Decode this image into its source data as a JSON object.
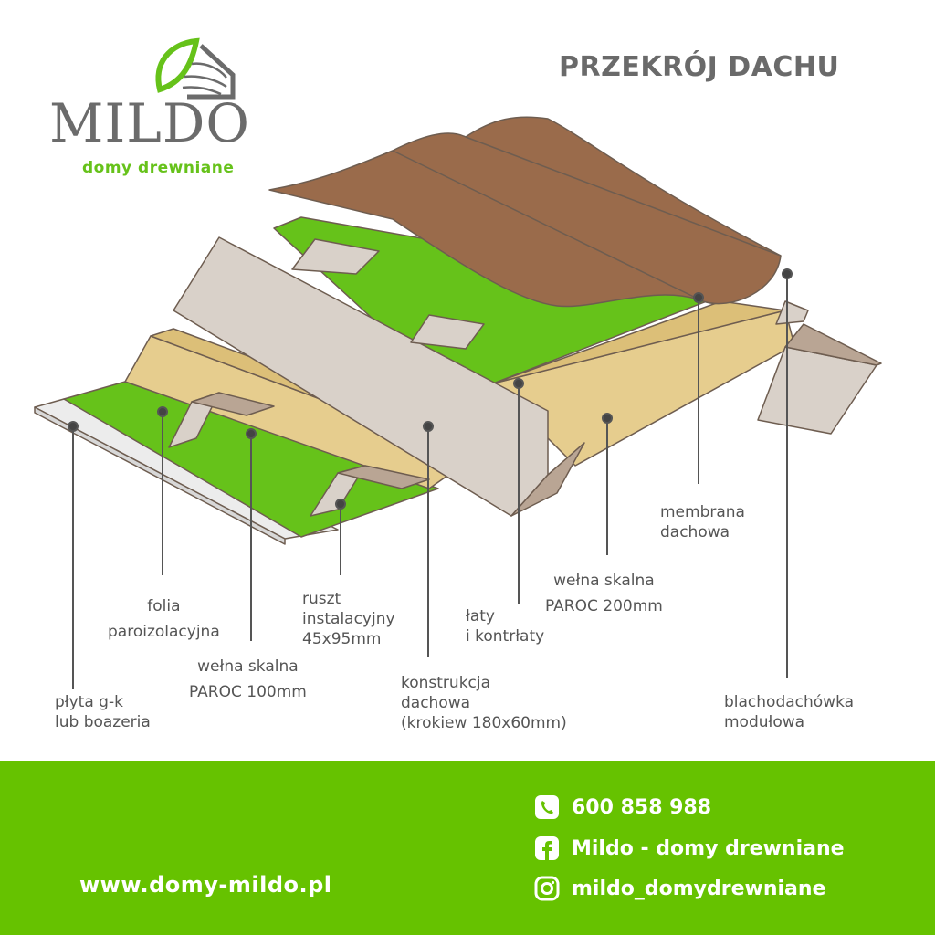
{
  "brand": {
    "name": "MILDO",
    "tagline": "domy drewniane"
  },
  "title": "PRZEKRÓJ DACHU",
  "colors": {
    "brand_green": "#66c200",
    "roof_brown": "#9a6b4b",
    "wood_light": "#d9d1c9",
    "wood_dark": "#b9a594",
    "insulation": "#e6cd8e",
    "membrane": "#66c21a",
    "text_gray": "#555555"
  },
  "layers": [
    {
      "id": "plyta",
      "label": "płyta g-k\nlub boazeria"
    },
    {
      "id": "folia",
      "label": "folia\nparoizolacyjna"
    },
    {
      "id": "welna100",
      "label": "wełna skalna\nPAROC 100mm"
    },
    {
      "id": "ruszt",
      "label": "ruszt\ninstalacyjny\n45x95mm"
    },
    {
      "id": "konstrukcja",
      "label": "konstrukcja\ndachowa\n(krokiew 180x60mm)"
    },
    {
      "id": "laty",
      "label": "łaty\ni kontrłaty"
    },
    {
      "id": "welna200",
      "label": "wełna skalna\nPAROC 200mm"
    },
    {
      "id": "membrana",
      "label": "membrana\ndachowa"
    },
    {
      "id": "blacha",
      "label": "blachodachówka\nmodułowa"
    }
  ],
  "footer": {
    "website": "www.domy-mildo.pl",
    "phone": "600 858 988",
    "facebook": "Mildo - domy drewniane",
    "instagram": "mildo_domydrewniane",
    "icons": [
      "phone-icon",
      "facebook-icon",
      "instagram-icon"
    ]
  }
}
